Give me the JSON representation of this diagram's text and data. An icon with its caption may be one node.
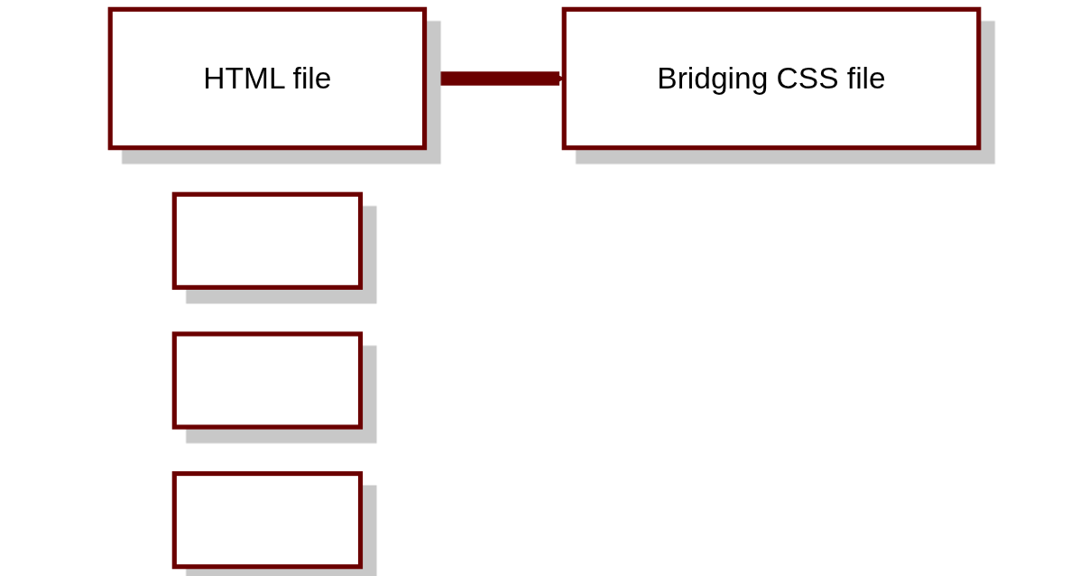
{
  "diagram": {
    "nodes": [
      {
        "text": [
          "HTML file"
        ]
      },
      {
        "text": [
          "Bridging CSS file"
        ]
      },
      {
        "text": [],
        "shape": "box"
      },
      {
        "text": [],
        "shape": "box"
      },
      {
        "text": [],
        "shape": "box"
      }
    ],
    "edges": [
      {
        "from": 0,
        "to": 1,
        "arrow": "to"
      }
    ]
  }
}
